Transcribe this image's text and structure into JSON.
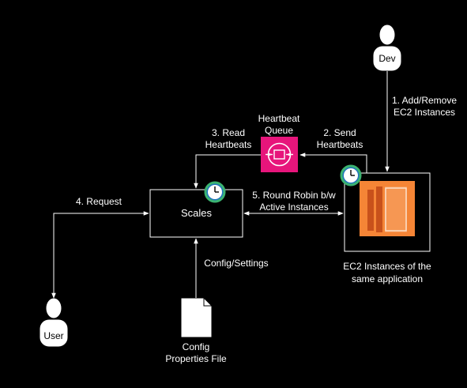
{
  "nodes": {
    "dev": "Dev",
    "user": "User",
    "scales": "Scales",
    "queue_title_1": "Heartbeat",
    "queue_title_2": "Queue",
    "ec2_label_1": "EC2 Instances of the",
    "ec2_label_2": "same application",
    "config_file_1": "Config",
    "config_file_2": "Properties File"
  },
  "edges": {
    "add_remove_1": "1. Add/Remove",
    "add_remove_2": "EC2 Instances",
    "send_hb_1": "2. Send",
    "send_hb_2": "Heartbeats",
    "read_hb_1": "3. Read",
    "read_hb_2": "Heartbeats",
    "request": "4. Request",
    "round_robin_1": "5. Round Robin b/w",
    "round_robin_2": "Active Instances",
    "config_settings": "Config/Settings"
  },
  "colors": {
    "background": "#000000",
    "line": "#ffffff",
    "queue_magenta": "#e7157b",
    "ec2_orange": "#f58536",
    "ec2_orange_dark": "#c8511b",
    "clock_green": "#3cb371",
    "clock_blue": "#1e73be"
  },
  "icons": {
    "queue": "sqs-queue-icon",
    "ec2": "ec2-instance-icon",
    "clock": "clock-icon",
    "person": "person-icon",
    "file": "file-icon"
  }
}
